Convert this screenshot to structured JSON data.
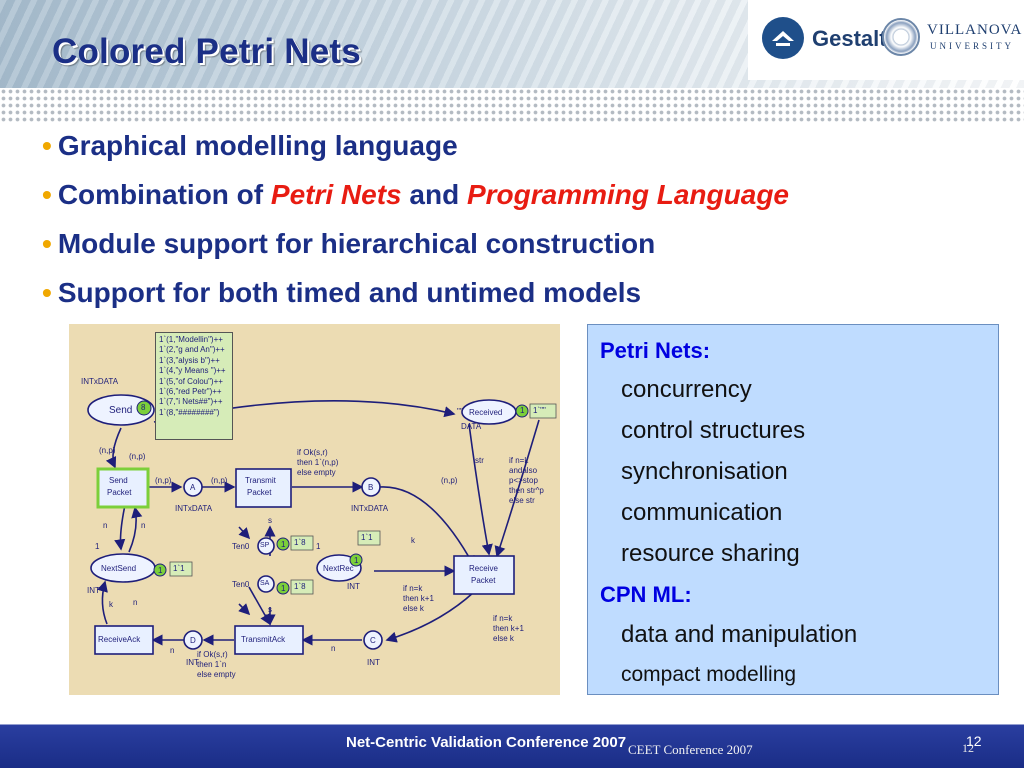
{
  "slide": {
    "title": "Colored Petri Nets",
    "logos": {
      "gestalt": "Gestalt",
      "villanova": "VILLANOVA",
      "villanova_sub": "UNIVERSITY"
    },
    "bullets": [
      {
        "text": "Graphical modelling language"
      },
      {
        "pre": "Combination of ",
        "red1": "Petri Nets",
        "mid": " and ",
        "red2": "Programming Language"
      },
      {
        "text": "Module support for hierarchical construction"
      },
      {
        "text": "Support for both timed and untimed models"
      }
    ],
    "figure": {
      "note_lines": [
        "1`(1,\"Modellin\")++",
        "1`(2,\"g and An\")++",
        "1`(3,\"alysis b\")++",
        "1`(4,\"y Means \")++",
        "1`(5,\"of Colou\")++",
        "1`(6,\"red Petr\")++",
        "1`(7,\"i Nets##\")++",
        "1`(8,\"########\")"
      ],
      "places": {
        "send": "Send",
        "received": "Received",
        "nextsend": "NextSend",
        "nextrec": "NextRec",
        "a": "A",
        "b": "B",
        "c": "C",
        "d": "D",
        "sp": "SP",
        "sa": "SA"
      },
      "transitions": {
        "send_packet": [
          "Send",
          "Packet"
        ],
        "transmit_packet": [
          "Transmit",
          "Packet"
        ],
        "receive_packet": [
          "Receive",
          "Packet"
        ],
        "transmit_ack": "TransmitAck",
        "receive_ack": "ReceiveAck"
      },
      "tokens": {
        "send": "8",
        "received": "1",
        "nextsend": "1",
        "nextrec": "1",
        "sp": "1",
        "sa": "1"
      },
      "markings": {
        "received": "1`\"\"",
        "nextsend": "1`1",
        "nextrec": "1`1",
        "sp": "1`8",
        "sa": "1`8"
      },
      "labels": {
        "intxdata_top": "INTxDATA",
        "intxdata_a": "INTxDATA",
        "intxdata_b": "INTxDATA",
        "data": "DATA",
        "int_nextsend": "INT",
        "int_nextrec": "INT",
        "int_c": "INT",
        "int_d": "INT",
        "ten0_sp": "Ten0",
        "ten0_sa": "Ten0",
        "np1": "(n,p)",
        "np2": "(n,p)",
        "np3": "(n,p)",
        "np4": "(n,p)",
        "np5": "(n,p)",
        "ok_np": [
          "if Ok(s,r)",
          "then 1`(n,p)",
          "else empty"
        ],
        "ok_n": [
          "if Ok(s,r)",
          "then 1`n",
          "else empty"
        ],
        "str_guard": [
          "if n=k",
          "andalso",
          "p<>stop",
          "then str^p",
          "else str"
        ],
        "k_guard": [
          "if n=k",
          "then k+1",
          "else k"
        ],
        "k_guard2": [
          "if n=k",
          "then k+1",
          "else k"
        ],
        "str": "str",
        "s1": "s",
        "s2": "s",
        "n1": "n",
        "n2": "n",
        "n3": "n",
        "n4": "n",
        "n5": "n",
        "k1": "k",
        "k2": "k",
        "one": "1",
        "one2": "1",
        "quote": "\"\""
      }
    },
    "infobox": {
      "petri_heading": "Petri Nets:",
      "petri_items": [
        "concurrency",
        "control structures",
        "synchronisation",
        "communication",
        "resource sharing"
      ],
      "cpn_heading": "CPN ML:",
      "cpn_items": [
        "data and manipulation",
        "compact modelling"
      ]
    },
    "footer": {
      "conference": "Net-Centric Validation Conference 2007",
      "overlap_text": "CEET Conference 2007",
      "page_number": "12",
      "page_number_2": "12"
    }
  },
  "colors": {
    "title": "#1b2f86",
    "bullet_text": "#1b2f86",
    "bullet_dot": "#f0a800",
    "accent_red": "#e81c12",
    "info_bg": "#bfdcff",
    "info_heading": "#0000e0",
    "footer": "#1a2d86",
    "figure_bg": "#ecdcb3",
    "place_fill": "#eef3ff",
    "transition_fill": "#e8f0ff",
    "token_green": "#7ccf3a"
  },
  "icons": {
    "gestalt_logo": "gestalt-logo-icon",
    "villanova_seal": "villanova-seal-icon"
  }
}
